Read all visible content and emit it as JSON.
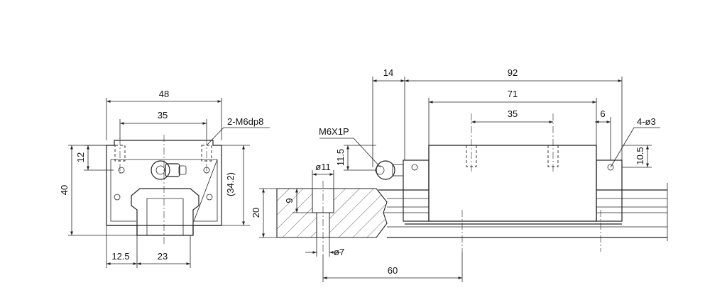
{
  "front_view": {
    "width_48": "48",
    "width_35": "35",
    "note_tapped": "2-M6dp8",
    "height_12": "12",
    "height_40": "40",
    "height_34_2": "(34.2)",
    "offset_12_5": "12.5",
    "rail_23": "23"
  },
  "side_view": {
    "len_14": "14",
    "len_92": "92",
    "len_71": "71",
    "len_35": "35",
    "len_6": "6",
    "note_holes": "4-ø3",
    "grease_thread": "M6X1P",
    "height_11_5": "11.5",
    "height_10_5": "10.5",
    "dia_11": "ø11",
    "depth_9": "9",
    "height_20": "20",
    "dia_7": "ø7",
    "pitch_60": "60"
  }
}
